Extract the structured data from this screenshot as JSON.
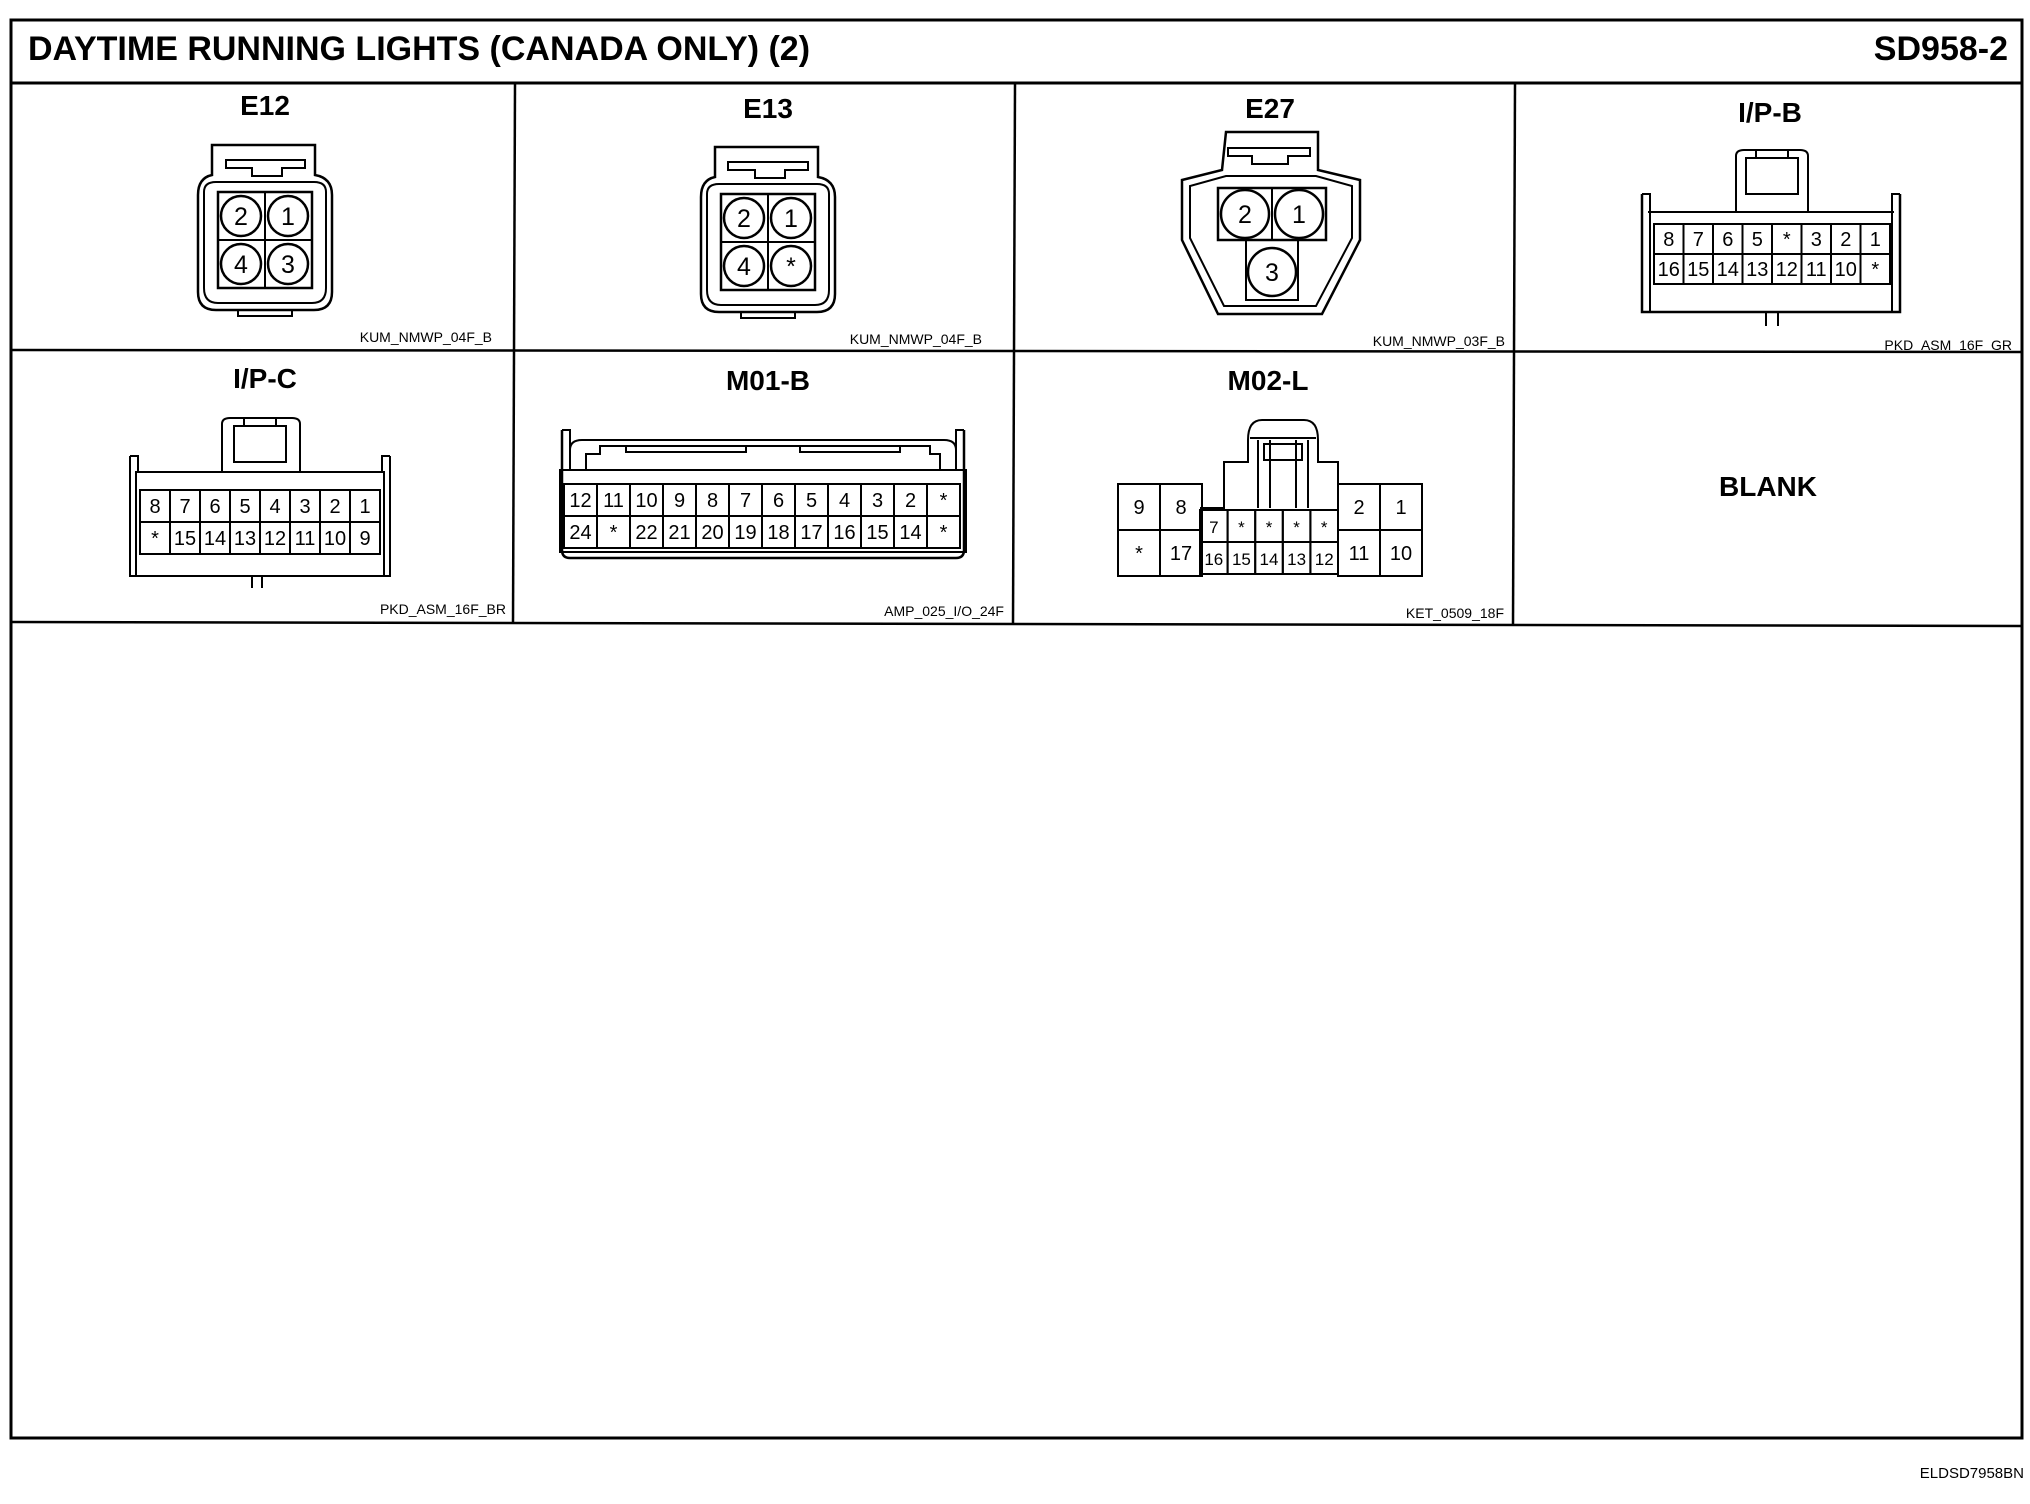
{
  "header": {
    "title": "DAYTIME RUNNING LIGHTS (CANADA ONLY) (2)",
    "page_code": "SD958-2"
  },
  "connectors": [
    {
      "id": "E12",
      "part": "KUM_NMWP_04F_B",
      "pins": [
        [
          "2",
          "1"
        ],
        [
          "4",
          "3"
        ]
      ]
    },
    {
      "id": "E13",
      "part": "KUM_NMWP_04F_B",
      "pins": [
        [
          "2",
          "1"
        ],
        [
          "4",
          "*"
        ]
      ]
    },
    {
      "id": "E27",
      "part": "KUM_NMWP_03F_B",
      "pins": [
        [
          "2",
          "1"
        ],
        [
          "3"
        ]
      ]
    },
    {
      "id": "I/P-B",
      "part": "PKD_ASM_16F_GR",
      "pins": [
        [
          "8",
          "7",
          "6",
          "5",
          "*",
          "3",
          "2",
          "1"
        ],
        [
          "16",
          "15",
          "14",
          "13",
          "12",
          "11",
          "10",
          "*"
        ]
      ]
    },
    {
      "id": "I/P-C",
      "part": "PKD_ASM_16F_BR",
      "pins": [
        [
          "8",
          "7",
          "6",
          "5",
          "4",
          "3",
          "2",
          "1"
        ],
        [
          "*",
          "15",
          "14",
          "13",
          "12",
          "11",
          "10",
          "9"
        ]
      ]
    },
    {
      "id": "M01-B",
      "part": "AMP_025_I/O_24F",
      "pins": [
        [
          "12",
          "11",
          "10",
          "9",
          "8",
          "7",
          "6",
          "5",
          "4",
          "3",
          "2",
          "*"
        ],
        [
          "24",
          "*",
          "22",
          "21",
          "20",
          "19",
          "18",
          "17",
          "16",
          "15",
          "14",
          "*"
        ]
      ]
    },
    {
      "id": "M02-L",
      "part": "KET_0509_18F",
      "pins": {
        "left": [
          [
            "9",
            "8"
          ],
          [
            "*",
            "17"
          ]
        ],
        "mid": [
          [
            "7",
            "*",
            "*",
            "*",
            "*"
          ],
          [
            "16",
            "15",
            "14",
            "13",
            "12"
          ]
        ],
        "right": [
          [
            "2",
            "1"
          ],
          [
            "11",
            "10"
          ]
        ]
      }
    }
  ],
  "blank_cell": "BLANK",
  "footer_code": "ELDSD7958BN"
}
